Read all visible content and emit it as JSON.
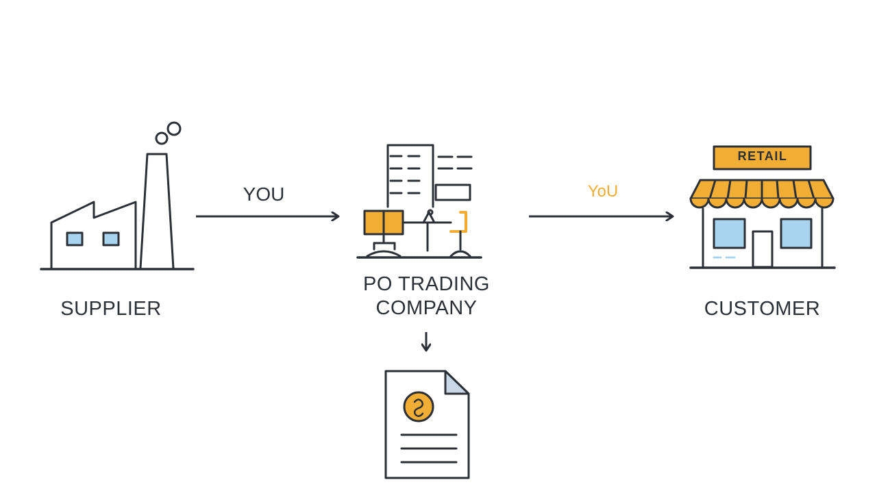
{
  "nodes": {
    "supplier": {
      "label": "SUPPLIER",
      "icon": "factory-icon"
    },
    "trading_company": {
      "label": "PO TRADING\nCOMPANY",
      "icon": "office-desk-icon"
    },
    "customer": {
      "label": "CUSTOMER",
      "icon": "retail-store-icon",
      "sign_text": "RETAIL"
    },
    "invoice": {
      "icon": "invoice-document-icon"
    }
  },
  "edges": [
    {
      "from": "supplier",
      "to": "trading_company",
      "label": "YOU"
    },
    {
      "from": "trading_company",
      "to": "customer",
      "label": "YoU"
    },
    {
      "from": "trading_company",
      "to": "invoice",
      "label": ""
    }
  ],
  "colors": {
    "stroke": "#2b2f36",
    "accent": "#f1ad34",
    "window": "#a9d4ef",
    "background": "#ffffff"
  }
}
